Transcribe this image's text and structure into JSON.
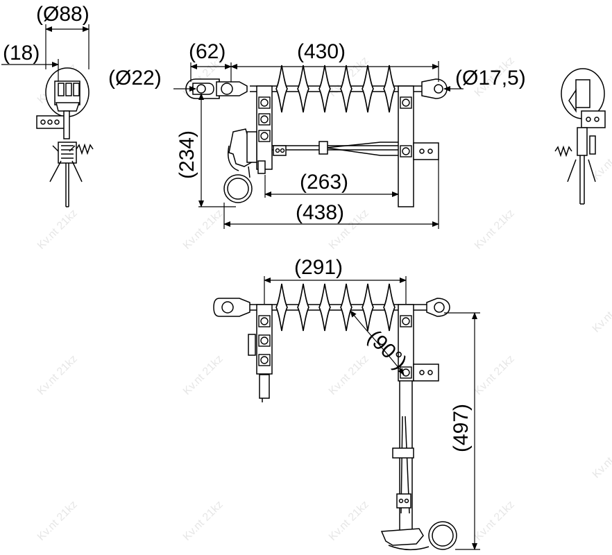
{
  "colors": {
    "line": "#000000",
    "watermark": "#c9c9c9",
    "background": "#ffffff"
  },
  "dimensions": {
    "d88": "(Ø88)",
    "d18": "(18)",
    "d62": "(62)",
    "d430": "(430)",
    "d22": "(Ø22)",
    "d175": "(Ø17,5)",
    "d234": "(234)",
    "d263": "(263)",
    "d438": "(438)",
    "d291": "(291)",
    "d90": "(90°)",
    "d497": "(497)"
  },
  "watermark": "Kv.nt 21kz"
}
